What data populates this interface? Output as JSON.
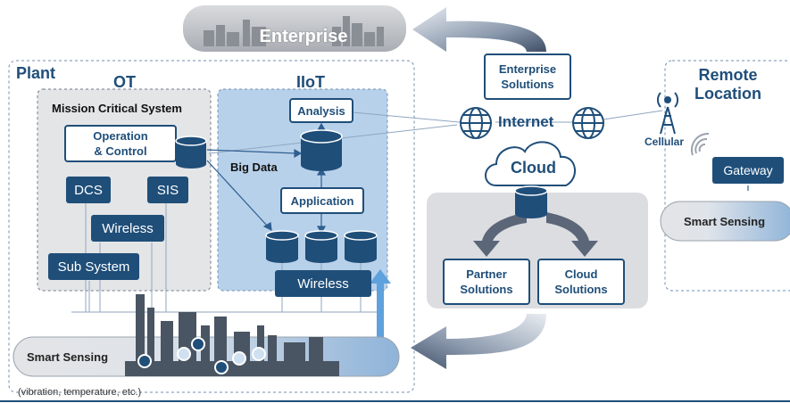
{
  "enterprise": "Enterprise",
  "plant": {
    "title": "Plant",
    "ot": {
      "title": "OT",
      "mission_critical": "Mission Critical System",
      "operation_control": "Operation\n& Control",
      "dcs": "DCS",
      "sis": "SIS",
      "wireless": "Wireless",
      "sub_system": "Sub System"
    },
    "iiot": {
      "title": "IIoT",
      "analysis": "Analysis",
      "big_data": "Big Data",
      "application": "Application",
      "wireless": "Wireless"
    },
    "smart_sensing": "Smart Sensing",
    "footnote": "(vibration, temperature, etc.)"
  },
  "internet": "Internet",
  "enterprise_solutions": "Enterprise\nSolutions",
  "cloud": {
    "label": "Cloud",
    "partner_solutions": "Partner\nSolutions",
    "cloud_solutions": "Cloud\nSolutions"
  },
  "remote": {
    "title": "Remote\nLocation",
    "cellular": "Cellular",
    "gateway": "Gateway",
    "smart_sensing": "Smart Sensing"
  },
  "colors": {
    "dark_blue": "#1f4e79",
    "light_blue_panel": "#c5d9ee",
    "gray_panel": "#e6e7e9",
    "arrow_gray": "#4a5568"
  }
}
